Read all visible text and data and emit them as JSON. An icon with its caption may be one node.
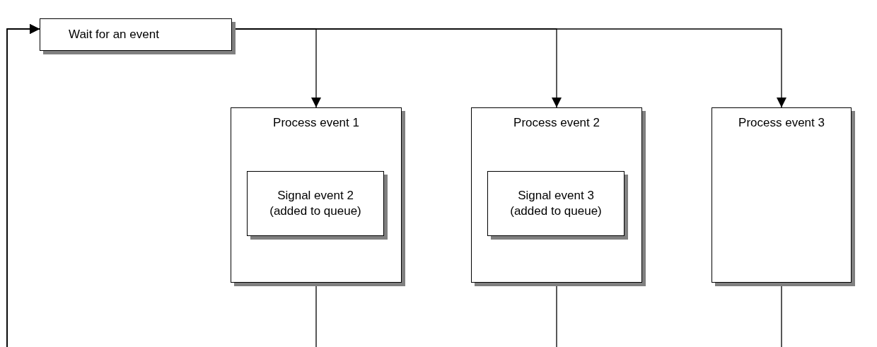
{
  "diagram": {
    "nodes": [
      {
        "text": [
          "Wait for an event"
        ]
      },
      {
        "text": [
          "Process event 1"
        ]
      },
      {
        "text": [
          "Signal event 2 (added to queue)"
        ],
        "in": 1
      },
      {
        "text": [
          "Process event 2"
        ]
      },
      {
        "text": [
          "Signal event 3 (added to queue)"
        ],
        "in": 3
      },
      {
        "text": [
          "Process event 3"
        ]
      }
    ],
    "edges": [
      {
        "from": 0,
        "to": 1,
        "arrow": "to"
      },
      {
        "from": 0,
        "to": 3,
        "arrow": "to"
      },
      {
        "from": 0,
        "to": 5,
        "arrow": "to"
      },
      {
        "from": 1,
        "to": 0,
        "arrow": "to"
      },
      {
        "from": 3,
        "to": 0,
        "arrow": "to"
      },
      {
        "from": 5,
        "to": 0,
        "arrow": "to"
      }
    ]
  }
}
